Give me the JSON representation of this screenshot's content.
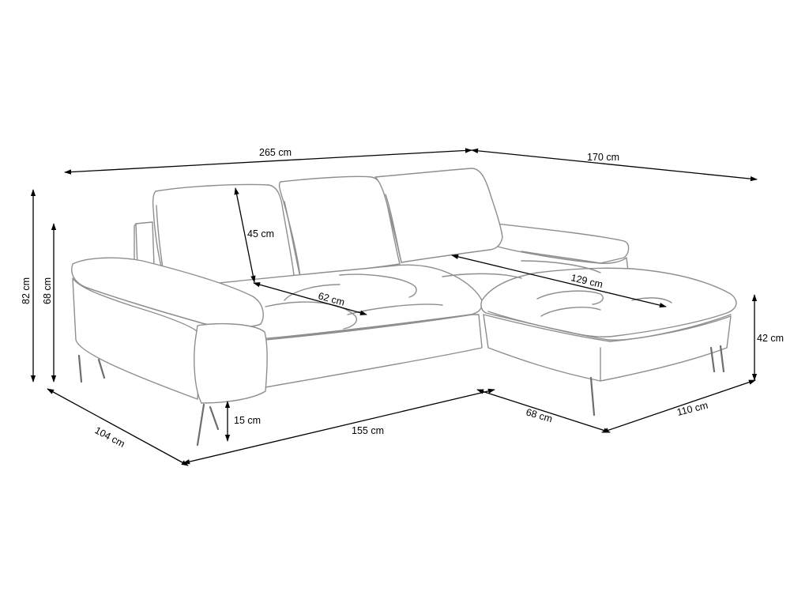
{
  "labels": {
    "total_width": "265 cm",
    "chaise_length": "170 cm",
    "total_height": "82 cm",
    "back_height": "68 cm",
    "cushion_height": "45 cm",
    "seat_depth_main": "62 cm",
    "seat_depth_chaise": "129 cm",
    "seat_height": "42 cm",
    "depth": "104 cm",
    "leg_height": "15 cm",
    "front_width": "155 cm",
    "chaise_width_inner": "68 cm",
    "chaise_width_outer": "110 cm"
  },
  "colors": {
    "outline": "#8e8e8e",
    "dimension": "#000000",
    "background": "#ffffff"
  }
}
